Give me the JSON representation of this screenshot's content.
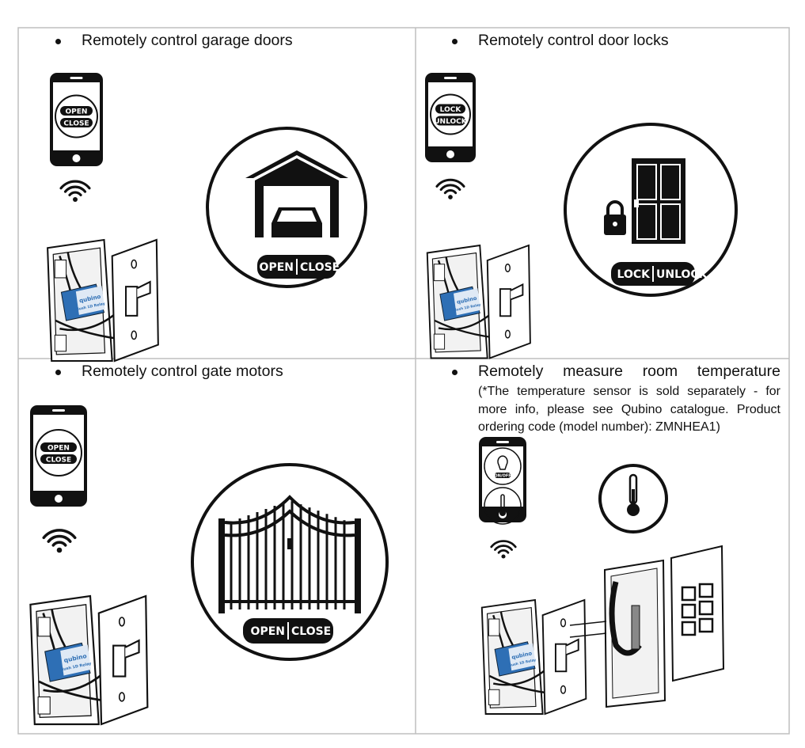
{
  "cells": [
    {
      "title": "Remotely control garage doors",
      "phone_labels": [
        "OPEN",
        "CLOSE"
      ],
      "action_label": [
        "OPEN",
        "CLOSE"
      ],
      "device_brand": "qubino",
      "device_model": "Flush 1D Relay",
      "icon": "garage-icon"
    },
    {
      "title": "Remotely control door locks",
      "phone_labels": [
        "LOCK",
        "UNLOCK"
      ],
      "action_label": [
        "LOCK",
        "UNLOCK"
      ],
      "device_brand": "qubino",
      "device_model": "Flush 1D Relay",
      "icon": "door-lock-icon"
    },
    {
      "title": "Remotely control gate motors",
      "phone_labels": [
        "OPEN",
        "CLOSE"
      ],
      "action_label": [
        "OPEN",
        "CLOSE"
      ],
      "device_brand": "qubino",
      "device_model": "Flush 1D Relay",
      "icon": "gate-icon"
    },
    {
      "title_words": [
        "Remotely",
        "measure",
        "room",
        "temperature"
      ],
      "note": "(*The temperature sensor is sold separately - for more info, please see Qubino catalogue. Product ordering code (model number): ZMNHEA1)",
      "phone_on_off": "ON/OFF",
      "device_brand": "qubino",
      "device_model": "Flush 1D Relay",
      "icon": "thermometer-icon"
    }
  ],
  "colors": {
    "border": "#bfbfbf",
    "module_blue": "#2e6fb5",
    "ink": "#111111"
  }
}
